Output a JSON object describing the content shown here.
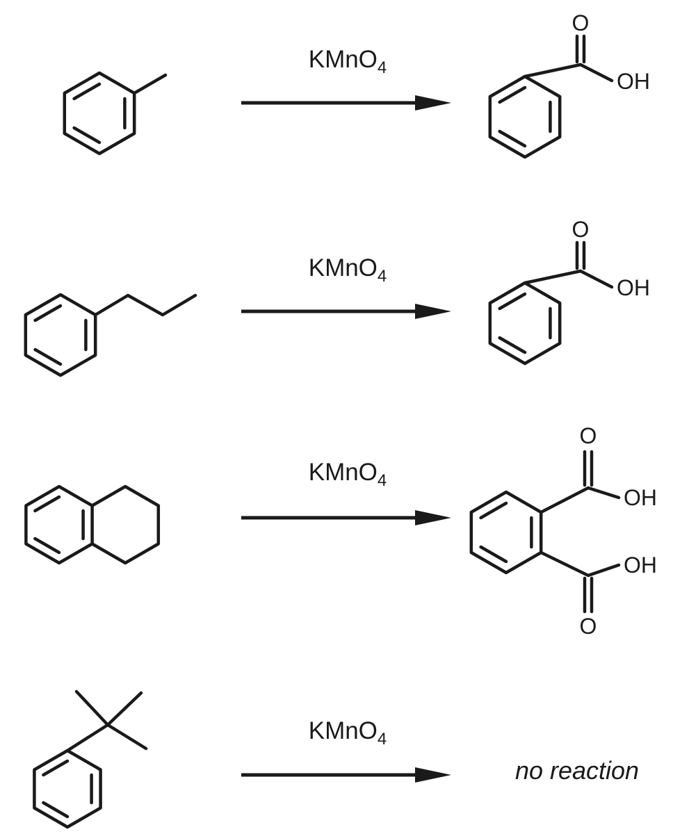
{
  "colors": {
    "background": "#ffffff",
    "ink": "#1a1a1a"
  },
  "atom_labels": {
    "oxygen": "O",
    "hydroxyl": "OH"
  },
  "reactions": [
    {
      "reactant_structure": "toluene",
      "reagent": "KMnO",
      "reagent_subscript": "4",
      "product_structure": "benzoic-acid"
    },
    {
      "reactant_structure": "propylbenzene",
      "reagent": "KMnO",
      "reagent_subscript": "4",
      "product_structure": "benzoic-acid"
    },
    {
      "reactant_structure": "tetralin",
      "reagent": "KMnO",
      "reagent_subscript": "4",
      "product_structure": "phthalic-acid"
    },
    {
      "reactant_structure": "tert-butylbenzene",
      "reagent": "KMnO",
      "reagent_subscript": "4",
      "product_text": "no reaction"
    }
  ]
}
